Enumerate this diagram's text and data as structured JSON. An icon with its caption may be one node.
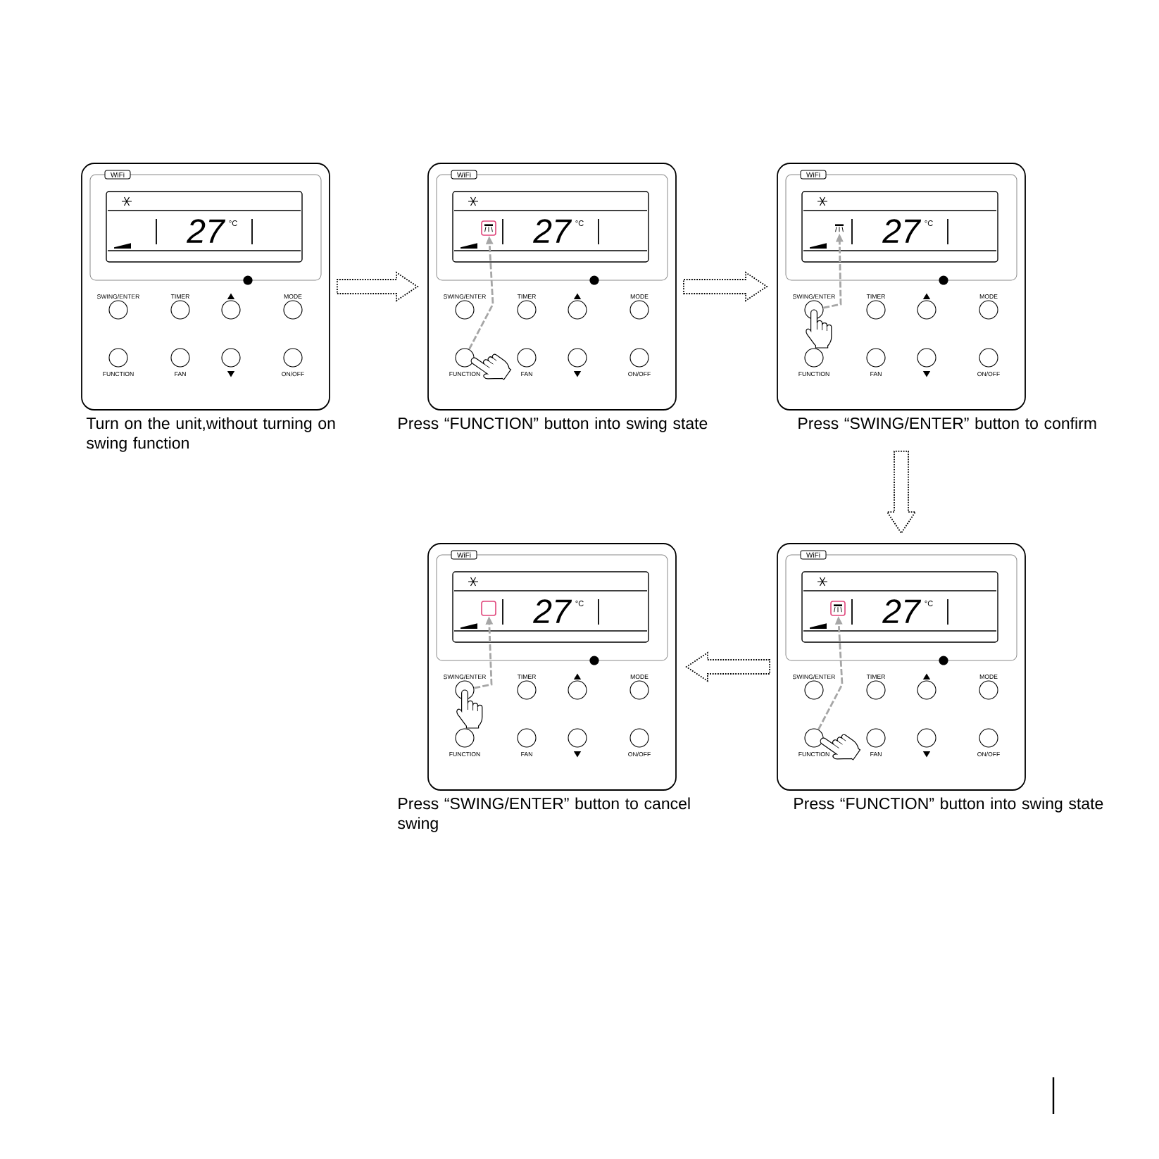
{
  "diagram": {
    "nodes": [
      {
        "text": [],
        "shape": "box",
        "beside": [
          "Turn on the unit,without turning on swing function"
        ]
      },
      {
        "text": [
          "WiFi"
        ],
        "in": 0
      },
      {
        "text": [
          "27",
          "°C"
        ],
        "in": 0
      },
      {
        "text": [
          "SWING/ENTER"
        ],
        "in": 0
      },
      {
        "text": [
          "TIMER"
        ],
        "in": 0
      },
      {
        "text": [],
        "shape": "circle",
        "in": 0
      },
      {
        "text": [
          "MODE"
        ],
        "in": 0
      },
      {
        "text": [
          "FUNCTION"
        ],
        "in": 0
      },
      {
        "text": [
          "FAN"
        ],
        "in": 0
      },
      {
        "text": [],
        "shape": "circle",
        "in": 0
      },
      {
        "text": [
          "ON/OFF"
        ],
        "in": 0
      },
      {
        "text": [],
        "shape": "box",
        "beside": [
          "Press “FUNCTION” button into swing state"
        ]
      },
      {
        "text": [
          "WiFi"
        ],
        "in": 11
      },
      {
        "text": [
          "27",
          "°C"
        ],
        "in": 11
      },
      {
        "text": [],
        "shape": "box",
        "in": 13
      },
      {
        "text": [
          "SWING/ENTER"
        ],
        "in": 11
      },
      {
        "text": [
          "TIMER"
        ],
        "in": 11
      },
      {
        "text": [],
        "shape": "circle",
        "in": 11
      },
      {
        "text": [
          "MODE"
        ],
        "in": 11
      },
      {
        "text": [
          "FUNCTION"
        ],
        "in": 11
      },
      {
        "text": [
          "FAN"
        ],
        "in": 11
      },
      {
        "text": [],
        "shape": "circle",
        "in": 11
      },
      {
        "text": [
          "ON/OFF"
        ],
        "in": 11
      },
      {
        "text": [],
        "shape": "box",
        "beside": [
          "Press “SWING/ENTER” button to confirm"
        ]
      },
      {
        "text": [
          "WiFi"
        ],
        "in": 23
      },
      {
        "text": [
          "27",
          "°C"
        ],
        "in": 23
      },
      {
        "text": [],
        "shape": "picture",
        "in": 25
      },
      {
        "text": [
          "SWING/ENTER"
        ],
        "in": 23
      },
      {
        "text": [
          "TIMER"
        ],
        "in": 23
      },
      {
        "text": [],
        "shape": "circle",
        "in": 23
      },
      {
        "text": [
          "MODE"
        ],
        "in": 23
      },
      {
        "text": [
          "FUNCTION"
        ],
        "in": 23
      },
      {
        "text": [
          "FAN"
        ],
        "in": 23
      },
      {
        "text": [],
        "shape": "circle",
        "in": 23
      },
      {
        "text": [
          "ON/OFF"
        ],
        "in": 23
      },
      {
        "text": [],
        "shape": "box",
        "beside": [
          "Press “SWING/ENTER” button to cancel swing"
        ]
      },
      {
        "text": [
          "WiFi"
        ],
        "in": 35
      },
      {
        "text": [
          "27",
          "°C"
        ],
        "in": 35
      },
      {
        "text": [],
        "shape": "box",
        "in": 37
      },
      {
        "text": [
          "SWING/ENTER"
        ],
        "in": 35
      },
      {
        "text": [
          "TIMER"
        ],
        "in": 35
      },
      {
        "text": [],
        "shape": "circle",
        "in": 35
      },
      {
        "text": [
          "MODE"
        ],
        "in": 35
      },
      {
        "text": [
          "FUNCTION"
        ],
        "in": 35
      },
      {
        "text": [
          "FAN"
        ],
        "in": 35
      },
      {
        "text": [],
        "shape": "circle",
        "in": 35
      },
      {
        "text": [
          "ON/OFF"
        ],
        "in": 35
      },
      {
        "text": [],
        "shape": "box",
        "beside": [
          "Press “FUNCTION” button into swing state"
        ]
      },
      {
        "text": [
          "WiFi"
        ],
        "in": 47
      },
      {
        "text": [
          "27",
          "°C"
        ],
        "in": 47
      },
      {
        "text": [],
        "shape": "box",
        "in": 49
      },
      {
        "text": [
          "SWING/ENTER"
        ],
        "in": 47
      },
      {
        "text": [
          "TIMER"
        ],
        "in": 47
      },
      {
        "text": [],
        "shape": "circle",
        "in": 47
      },
      {
        "text": [
          "MODE"
        ],
        "in": 47
      },
      {
        "text": [
          "FUNCTION"
        ],
        "in": 47
      },
      {
        "text": [
          "FAN"
        ],
        "in": 47
      },
      {
        "text": [],
        "shape": "circle",
        "in": 47
      },
      {
        "text": [
          "ON/OFF"
        ],
        "in": 47
      }
    ],
    "edges": [
      {
        "from": 0,
        "to": 11,
        "arrow": "to",
        "style": "dashed"
      },
      {
        "from": 11,
        "to": 23,
        "arrow": "to",
        "style": "dashed"
      },
      {
        "from": 23,
        "to": 47,
        "arrow": "to",
        "style": "dashed"
      },
      {
        "from": 47,
        "to": 35,
        "arrow": "to",
        "style": "dashed"
      },
      {
        "from": 19,
        "to": 14,
        "arrow": "to",
        "style": "dashed",
        "color": "#a6a6a6"
      },
      {
        "from": 27,
        "to": 26,
        "arrow": "to",
        "style": "dashed",
        "color": "#a6a6a6"
      },
      {
        "from": 55,
        "to": 50,
        "arrow": "to",
        "style": "dashed",
        "color": "#a6a6a6"
      },
      {
        "from": 39,
        "to": 38,
        "arrow": "to",
        "style": "dashed",
        "color": "#a6a6a6"
      }
    ]
  }
}
